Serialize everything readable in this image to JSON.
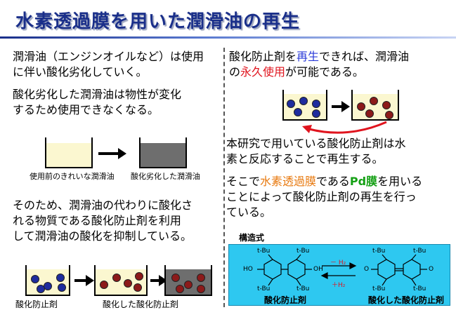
{
  "title": "水素透過膜を用いた潤滑油の再生",
  "left": {
    "p1": [
      "潤滑油（エンジンオイルなど）は使用",
      "に伴い酸化劣化していく。"
    ],
    "p2": [
      "酸化劣化した潤滑油は物性が変化",
      "するため使用できなくなる。"
    ],
    "caption_clean": "使用前のきれいな潤滑油",
    "caption_degraded": "酸化劣化した潤滑油",
    "p3": [
      "そのため、潤滑油の代わりに酸化さ",
      "れる物質である酸化防止剤を利用",
      "して潤滑油の酸化を抑制している。"
    ],
    "caption_antioxidant": "酸化防止剤",
    "caption_oxidized_antioxidant": "酸化した酸化防止剤"
  },
  "right": {
    "p1_a": "酸化防止剤を",
    "p1_b": "再生",
    "p1_c": "できれば、潤滑油",
    "p1_d": "の",
    "p1_e": "永久使用",
    "p1_f": "が可能である。",
    "p2": [
      "本研究で用いている酸化防止剤は水",
      "素と反応することで再生する。"
    ],
    "p3_a": "そこで",
    "p3_b": "水素透過膜",
    "p3_c": "である",
    "p3_d": "Pd膜",
    "p3_e": "を用いる",
    "p3_f": "ことによって酸化防止剤の再生を行っ",
    "p3_g": "ている。"
  },
  "structure": {
    "label": "構造式",
    "tbu": "t-Bu",
    "ho": "HO",
    "oh": "OH",
    "o": "O",
    "minus_h2": "－ H₂",
    "plus_h2": "＋H₂",
    "name_left": "酸化防止剤",
    "name_right": "酸化した酸化防止剤"
  },
  "colors": {
    "title": "#1a2f8a",
    "highlight_blue": "#2a3ad8",
    "highlight_red": "#e0141e",
    "highlight_orange": "#e87a10",
    "highlight_green": "#14a014",
    "clean_oil": "#fbf7d0",
    "degraded_oil": "#6e6e6e",
    "structure_bg": "#2ec8f0"
  }
}
